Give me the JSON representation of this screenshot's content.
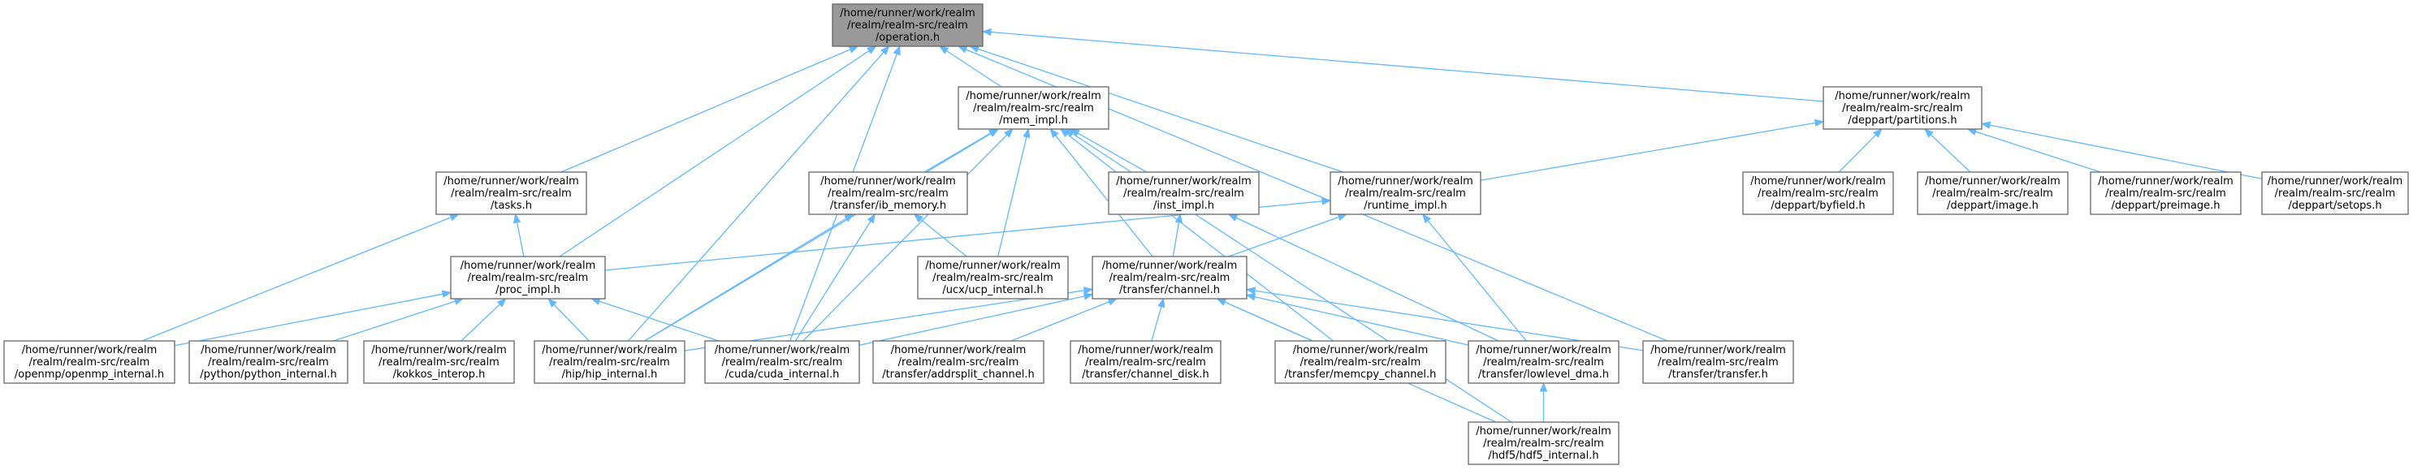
{
  "nodes": [
    {
      "id": "operation",
      "lines": [
        "/home/runner/work/realm",
        "/realm/realm-src/realm",
        "/operation.h"
      ],
      "root": true
    },
    {
      "id": "mem_impl",
      "lines": [
        "/home/runner/work/realm",
        "/realm/realm-src/realm",
        "/mem_impl.h"
      ]
    },
    {
      "id": "partitions",
      "lines": [
        "/home/runner/work/realm",
        "/realm/realm-src/realm",
        "/deppart/partitions.h"
      ]
    },
    {
      "id": "tasks",
      "lines": [
        "/home/runner/work/realm",
        "/realm/realm-src/realm",
        "/tasks.h"
      ]
    },
    {
      "id": "ib_memory",
      "lines": [
        "/home/runner/work/realm",
        "/realm/realm-src/realm",
        "/transfer/ib_memory.h"
      ]
    },
    {
      "id": "inst_impl",
      "lines": [
        "/home/runner/work/realm",
        "/realm/realm-src/realm",
        "/inst_impl.h"
      ]
    },
    {
      "id": "runtime_impl",
      "lines": [
        "/home/runner/work/realm",
        "/realm/realm-src/realm",
        "/runtime_impl.h"
      ]
    },
    {
      "id": "byfield",
      "lines": [
        "/home/runner/work/realm",
        "/realm/realm-src/realm",
        "/deppart/byfield.h"
      ]
    },
    {
      "id": "image",
      "lines": [
        "/home/runner/work/realm",
        "/realm/realm-src/realm",
        "/deppart/image.h"
      ]
    },
    {
      "id": "preimage",
      "lines": [
        "/home/runner/work/realm",
        "/realm/realm-src/realm",
        "/deppart/preimage.h"
      ]
    },
    {
      "id": "setops",
      "lines": [
        "/home/runner/work/realm",
        "/realm/realm-src/realm",
        "/deppart/setops.h"
      ]
    },
    {
      "id": "proc_impl",
      "lines": [
        "/home/runner/work/realm",
        "/realm/realm-src/realm",
        "/proc_impl.h"
      ]
    },
    {
      "id": "ucp_internal",
      "lines": [
        "/home/runner/work/realm",
        "/realm/realm-src/realm",
        "/ucx/ucp_internal.h"
      ]
    },
    {
      "id": "channel",
      "lines": [
        "/home/runner/work/realm",
        "/realm/realm-src/realm",
        "/transfer/channel.h"
      ]
    },
    {
      "id": "openmp",
      "lines": [
        "/home/runner/work/realm",
        "/realm/realm-src/realm",
        "/openmp/openmp_internal.h"
      ]
    },
    {
      "id": "python",
      "lines": [
        "/home/runner/work/realm",
        "/realm/realm-src/realm",
        "/python/python_internal.h"
      ]
    },
    {
      "id": "kokkos",
      "lines": [
        "/home/runner/work/realm",
        "/realm/realm-src/realm",
        "/kokkos_interop.h"
      ]
    },
    {
      "id": "hip",
      "lines": [
        "/home/runner/work/realm",
        "/realm/realm-src/realm",
        "/hip/hip_internal.h"
      ]
    },
    {
      "id": "cuda",
      "lines": [
        "/home/runner/work/realm",
        "/realm/realm-src/realm",
        "/cuda/cuda_internal.h"
      ]
    },
    {
      "id": "addrsplit",
      "lines": [
        "/home/runner/work/realm",
        "/realm/realm-src/realm",
        "/transfer/addrsplit_channel.h"
      ]
    },
    {
      "id": "channel_disk",
      "lines": [
        "/home/runner/work/realm",
        "/realm/realm-src/realm",
        "/transfer/channel_disk.h"
      ]
    },
    {
      "id": "memcpy",
      "lines": [
        "/home/runner/work/realm",
        "/realm/realm-src/realm",
        "/transfer/memcpy_channel.h"
      ]
    },
    {
      "id": "lowlevel",
      "lines": [
        "/home/runner/work/realm",
        "/realm/realm-src/realm",
        "/transfer/lowlevel_dma.h"
      ]
    },
    {
      "id": "transfer",
      "lines": [
        "/home/runner/work/realm",
        "/realm/realm-src/realm",
        "/transfer/transfer.h"
      ]
    },
    {
      "id": "hdf5",
      "lines": [
        "/home/runner/work/realm",
        "/realm/realm-src/realm",
        "/hdf5/hdf5_internal.h"
      ]
    }
  ],
  "edges": [
    [
      "mem_impl",
      "operation"
    ],
    [
      "partitions",
      "operation"
    ],
    [
      "tasks",
      "operation"
    ],
    [
      "runtime_impl",
      "operation"
    ],
    [
      "proc_impl",
      "operation"
    ],
    [
      "hip",
      "operation"
    ],
    [
      "cuda",
      "operation"
    ],
    [
      "transfer",
      "operation"
    ],
    [
      "ib_memory",
      "mem_impl"
    ],
    [
      "inst_impl",
      "mem_impl"
    ],
    [
      "ucp_internal",
      "mem_impl"
    ],
    [
      "channel",
      "mem_impl"
    ],
    [
      "hip",
      "mem_impl"
    ],
    [
      "cuda",
      "mem_impl"
    ],
    [
      "memcpy",
      "mem_impl"
    ],
    [
      "hdf5",
      "mem_impl"
    ],
    [
      "runtime_impl",
      "partitions"
    ],
    [
      "byfield",
      "partitions"
    ],
    [
      "image",
      "partitions"
    ],
    [
      "preimage",
      "partitions"
    ],
    [
      "setops",
      "partitions"
    ],
    [
      "proc_impl",
      "tasks"
    ],
    [
      "openmp",
      "tasks"
    ],
    [
      "ucp_internal",
      "ib_memory"
    ],
    [
      "hip",
      "ib_memory"
    ],
    [
      "cuda",
      "ib_memory"
    ],
    [
      "channel",
      "inst_impl"
    ],
    [
      "lowlevel",
      "inst_impl"
    ],
    [
      "proc_impl",
      "runtime_impl"
    ],
    [
      "channel",
      "runtime_impl"
    ],
    [
      "lowlevel",
      "runtime_impl"
    ],
    [
      "openmp",
      "proc_impl"
    ],
    [
      "python",
      "proc_impl"
    ],
    [
      "kokkos",
      "proc_impl"
    ],
    [
      "hip",
      "proc_impl"
    ],
    [
      "cuda",
      "proc_impl"
    ],
    [
      "hip",
      "channel"
    ],
    [
      "cuda",
      "channel"
    ],
    [
      "addrsplit",
      "channel"
    ],
    [
      "channel_disk",
      "channel"
    ],
    [
      "memcpy",
      "channel"
    ],
    [
      "lowlevel",
      "channel"
    ],
    [
      "transfer",
      "channel"
    ],
    [
      "hdf5",
      "channel"
    ],
    [
      "hdf5",
      "lowlevel"
    ]
  ]
}
